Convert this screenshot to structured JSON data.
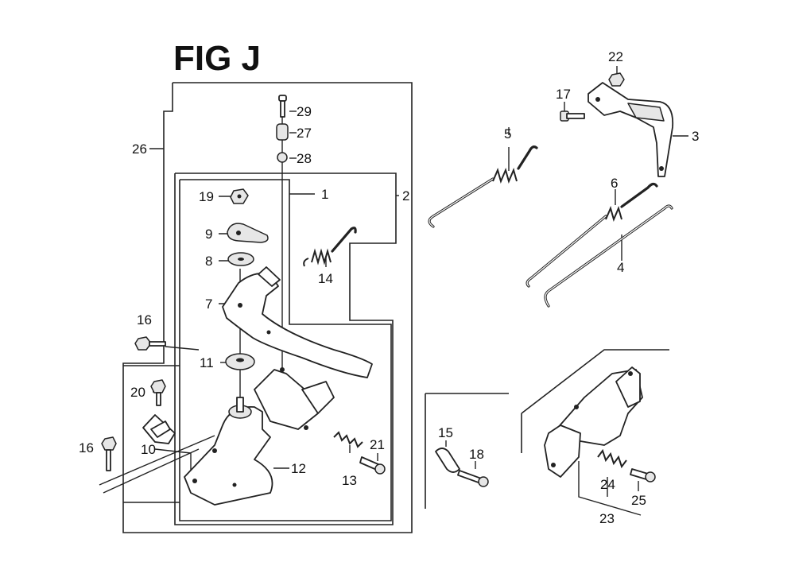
{
  "figure": {
    "title": "FIG J"
  },
  "part_numbers": {
    "p1": "1",
    "p2": "2",
    "p3": "3",
    "p4": "4",
    "p5": "5",
    "p6": "6",
    "p7": "7",
    "p8": "8",
    "p9": "9",
    "p10": "10",
    "p11": "11",
    "p12": "12",
    "p13": "13",
    "p14": "14",
    "p15": "15",
    "p16a": "16",
    "p16b": "16",
    "p17": "17",
    "p18": "18",
    "p19": "19",
    "p20": "20",
    "p21": "21",
    "p22": "22",
    "p23": "23",
    "p24": "24",
    "p25": "25",
    "p26": "26",
    "p27": "27",
    "p28": "28",
    "p29": "29"
  }
}
